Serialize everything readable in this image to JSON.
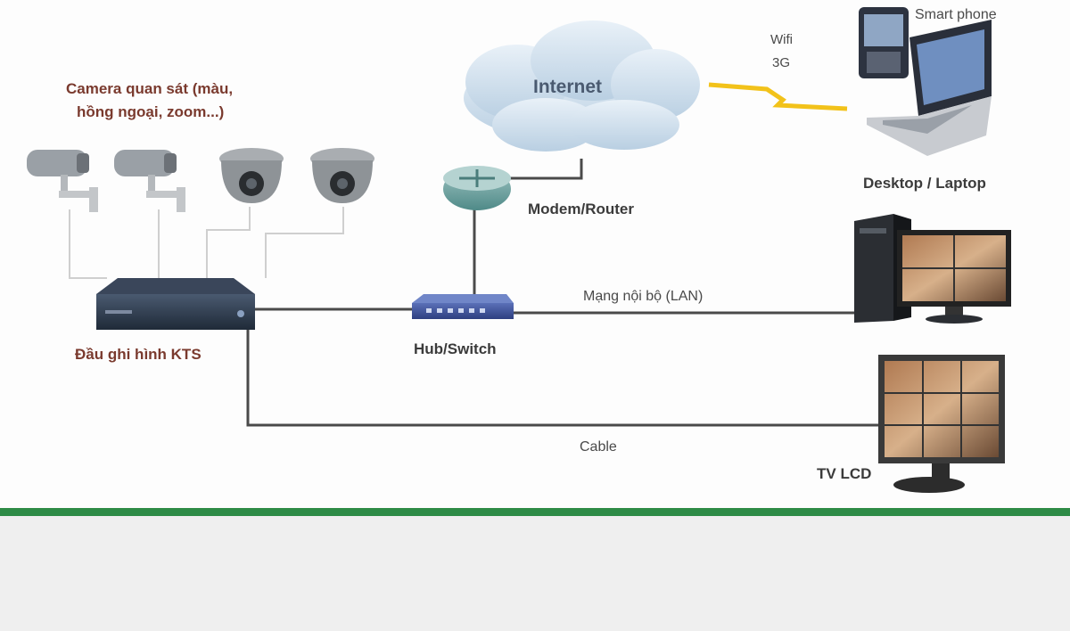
{
  "colors": {
    "accent": "#2e8b46",
    "footer": "#efefef",
    "wire": "#4a4a4a",
    "wifi": "#f2c21a"
  },
  "labels": {
    "camera_caption_line1": "Camera quan sát (màu,",
    "camera_caption_line2": "hồng ngoại, zoom...)",
    "internet": "Internet",
    "wifi_line1": "Wifi",
    "wifi_line2": "3G",
    "smart_phone": "Smart phone",
    "desktop_laptop": "Desktop / Laptop",
    "modem_router": "Modem/Router",
    "lan": "Mạng nội bộ (LAN)",
    "hub_switch": "Hub/Switch",
    "dvr": "Đầu ghi hình KTS",
    "cable": "Cable",
    "tv_lcd": "TV LCD"
  },
  "icons": [
    "bullet-camera-icon",
    "dome-camera-icon",
    "dvr-icon",
    "router-icon",
    "switch-icon",
    "cloud-icon",
    "smartphone-icon",
    "laptop-icon",
    "desktop-pc-icon",
    "tv-lcd-icon",
    "wifi-bolt-icon"
  ]
}
